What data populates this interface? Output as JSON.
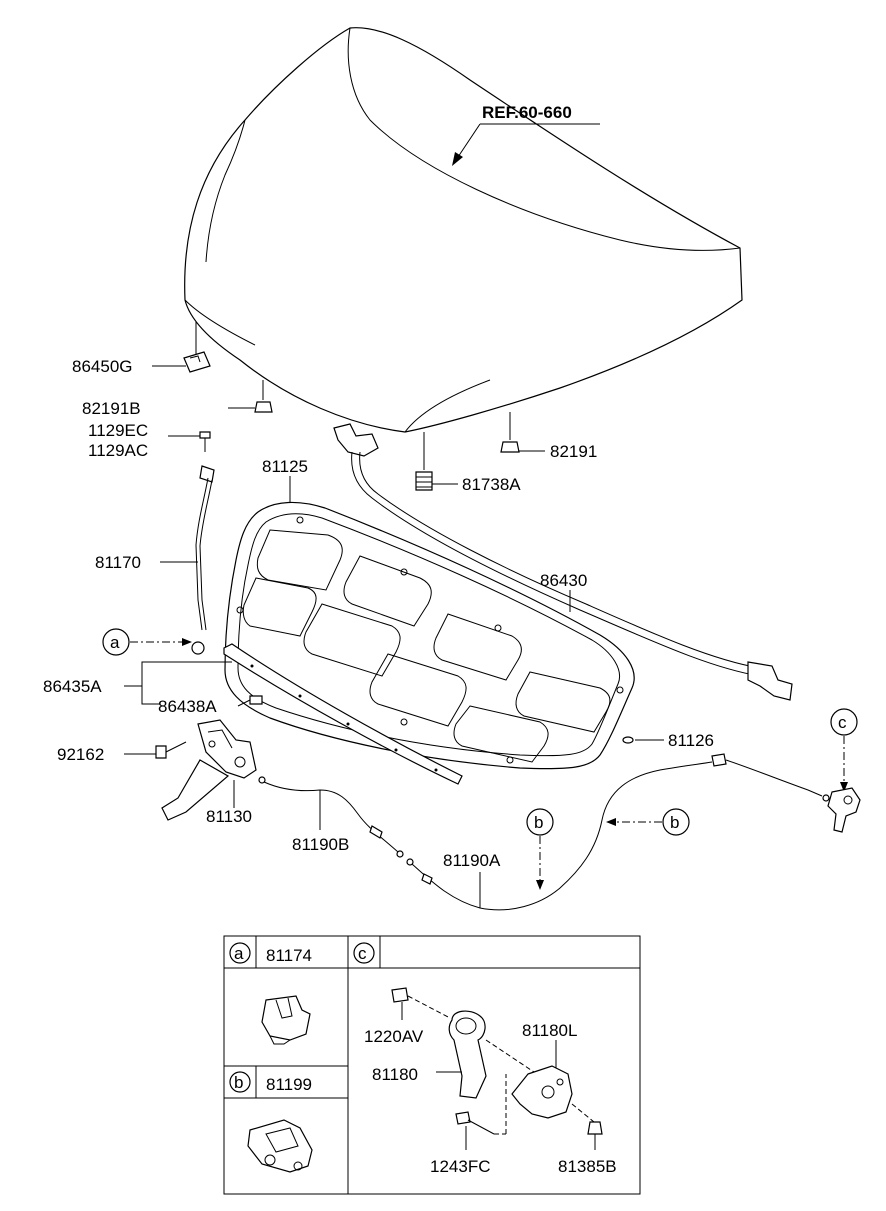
{
  "reference": "REF.60-660",
  "labels": {
    "p86450G": "86450G",
    "p82191B": "82191B",
    "p1129EC": "1129EC",
    "p1129AC": "1129AC",
    "p82191": "82191",
    "p81738A": "81738A",
    "p81125": "81125",
    "p81170": "81170",
    "p86430": "86430",
    "p86435A": "86435A",
    "p86438A": "86438A",
    "p92162": "92162",
    "p81126": "81126",
    "p81130": "81130",
    "p81190B": "81190B",
    "p81190A": "81190A"
  },
  "callouts": {
    "a": "a",
    "b": "b",
    "c": "c"
  },
  "detail_table": {
    "a_part": "81174",
    "b_part": "81199",
    "c_parts": {
      "p1220AV": "1220AV",
      "p81180": "81180",
      "p81180L": "81180L",
      "p1243FC": "1243FC",
      "p81385B": "81385B"
    }
  }
}
